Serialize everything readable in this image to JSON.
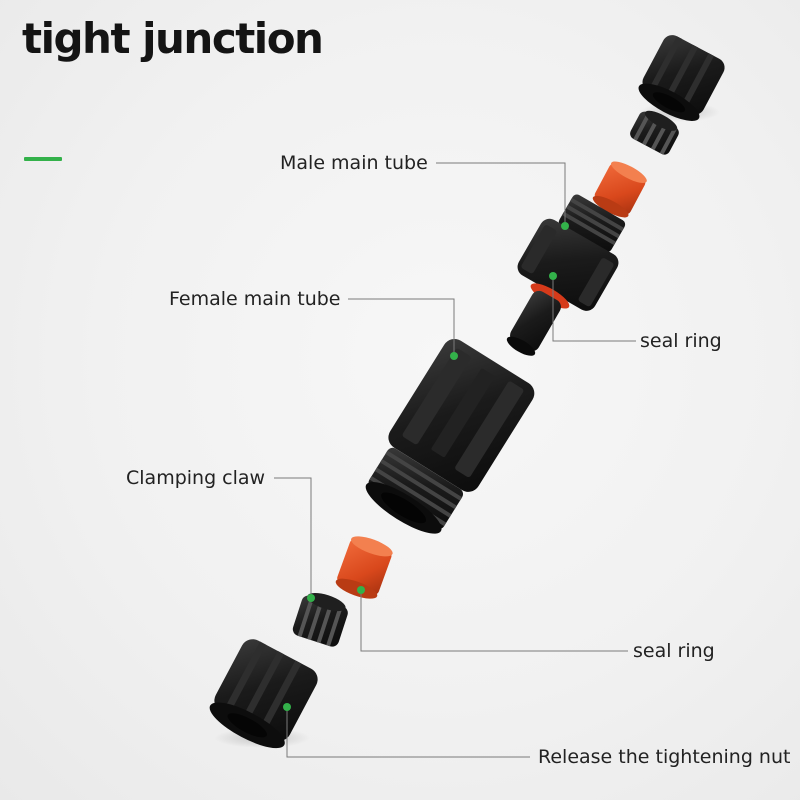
{
  "title": "tight junction",
  "accent_color": "#33b14a",
  "connector_colors": {
    "body": "#1a1a1a",
    "seal": "#d9481c",
    "leader_line": "#33b14a"
  },
  "labels": {
    "male_main_tube": "Male main tube",
    "female_main_tube": "Female main tube",
    "seal_ring_upper": "seal ring",
    "clamping_claw": "Clamping claw",
    "seal_ring_lower": "seal ring",
    "release_nut": "Release the tightening nut"
  }
}
